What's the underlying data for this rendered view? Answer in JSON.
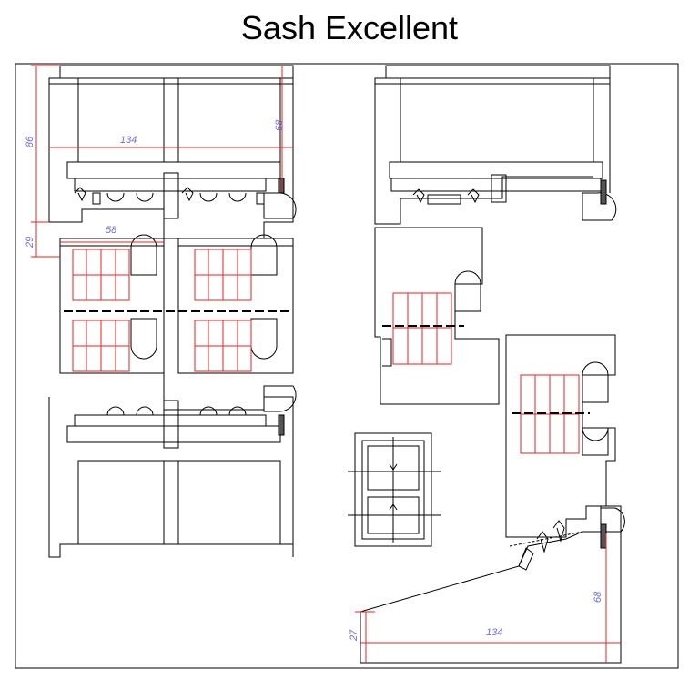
{
  "title": "Sash Excellent",
  "dimensions": {
    "left_height_top": "86",
    "left_height_mid": "29",
    "left_width": "134",
    "left_inner": "68",
    "left_glass": "58",
    "right_height": "68",
    "right_bottom": "27",
    "right_width": "134"
  },
  "colors": {
    "line": "#000000",
    "dimension": "#6f6fd8",
    "dimension_line": "#e0242a",
    "glazing": "#e0242a"
  }
}
